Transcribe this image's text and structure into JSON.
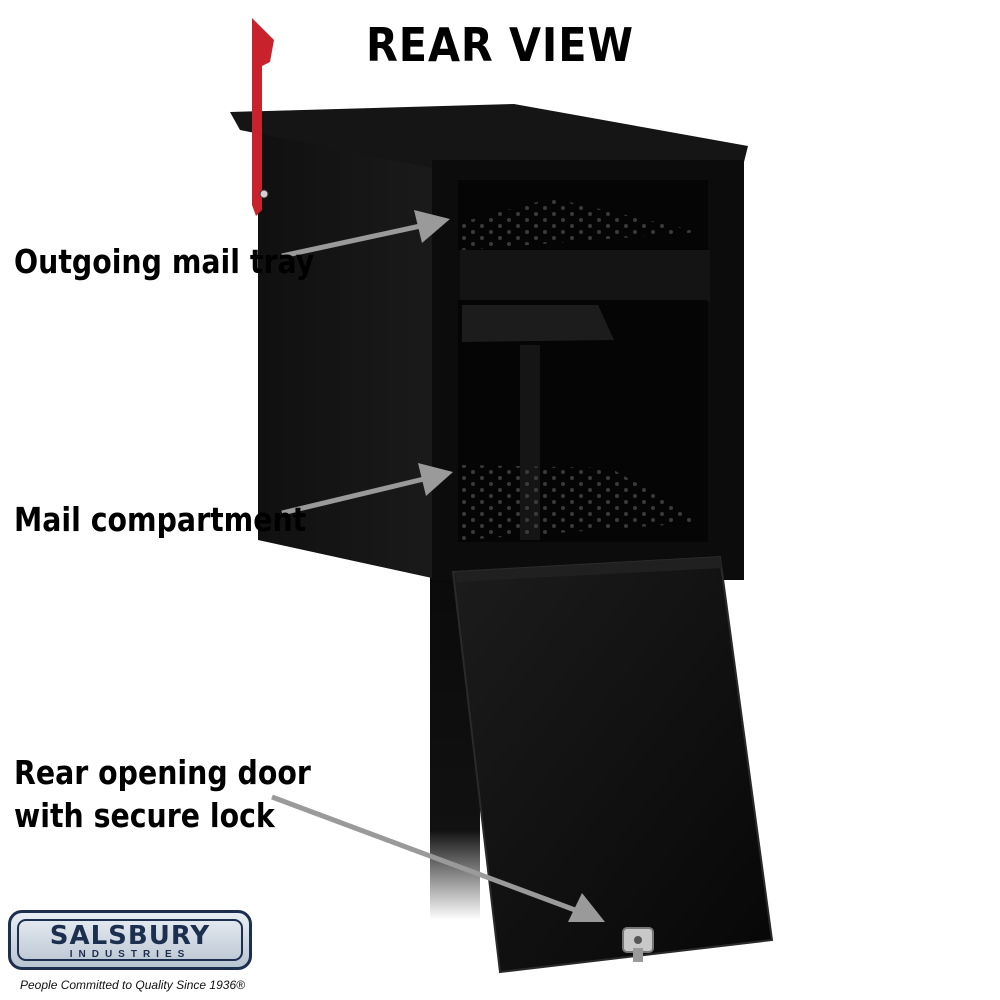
{
  "title": "REAR VIEW",
  "callouts": [
    {
      "text": "Outgoing mail tray"
    },
    {
      "text": "Mail compartment"
    },
    {
      "text": "Rear opening door"
    },
    {
      "text": "with secure lock"
    }
  ],
  "brand": {
    "name": "SALSBURY",
    "subtitle": "INDUSTRIES",
    "tagline": "People Committed to Quality Since 1936®"
  },
  "colors": {
    "mailbox": "#0d0d0d",
    "flag": "#c8232c",
    "arrow": "#9a9a9a",
    "brand_navy": "#1d2f4f"
  },
  "icons": [
    "mailbox-flag-icon",
    "lock-icon",
    "arrow-icon"
  ]
}
